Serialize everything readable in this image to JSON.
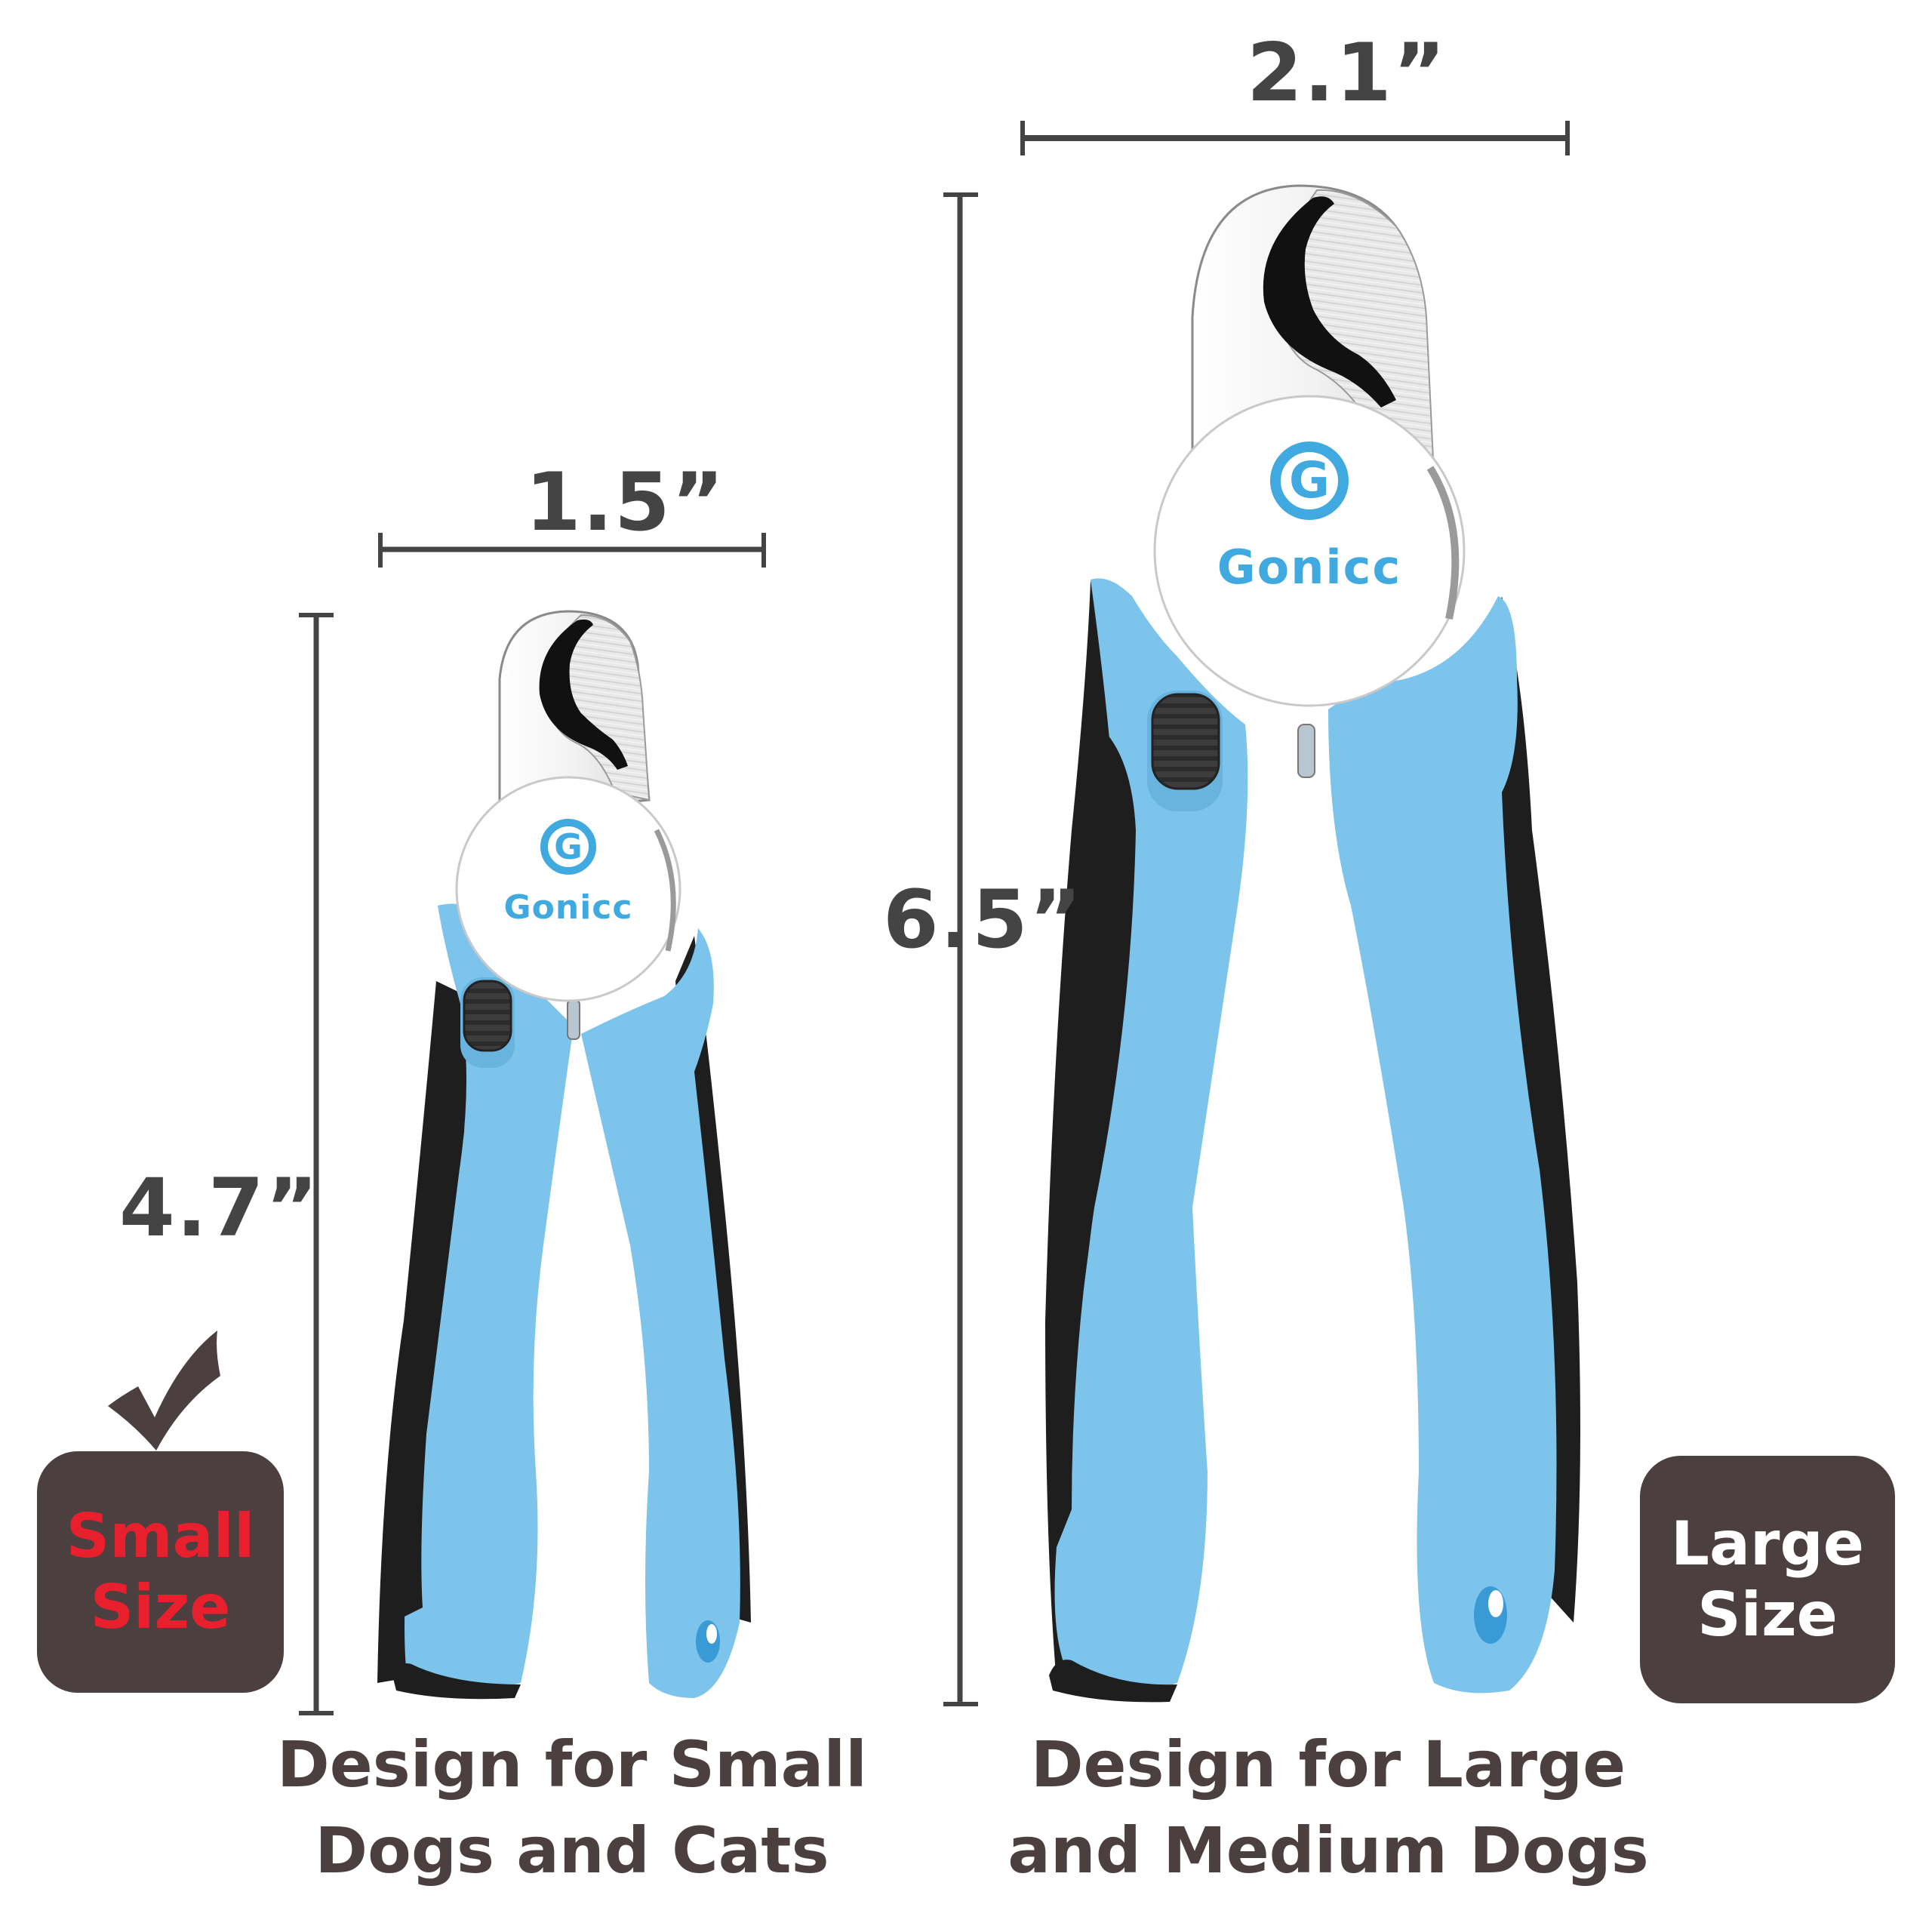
{
  "brand": {
    "name": "Gonicc",
    "logo_letter": "G",
    "logo_color": "#3fa9e0"
  },
  "colors": {
    "dimension_text": "#444444",
    "dimension_line": "#444444",
    "badge_bg": "#4b3f3f",
    "badge_small_text": "#e8202e",
    "badge_large_text": "#ffffff",
    "caption_text": "#4b3f3f",
    "handle_blue": "#7cc4ec",
    "grip_black": "#1e1e1e",
    "blade_steel": "#e6e6e6"
  },
  "small_clipper": {
    "width_label": "1.5”",
    "height_label": "4.7”",
    "badge": {
      "line1": "Small",
      "line2": "Size",
      "selected": true
    },
    "caption": {
      "line1": "Design for Small",
      "line2": "Dogs and Cats"
    }
  },
  "large_clipper": {
    "width_label": "2.1”",
    "height_label": "6.5”",
    "badge": {
      "line1": "Large",
      "line2": "Size",
      "selected": false
    },
    "caption": {
      "line1": "Design for Large",
      "line2": "and Medium Dogs"
    }
  }
}
